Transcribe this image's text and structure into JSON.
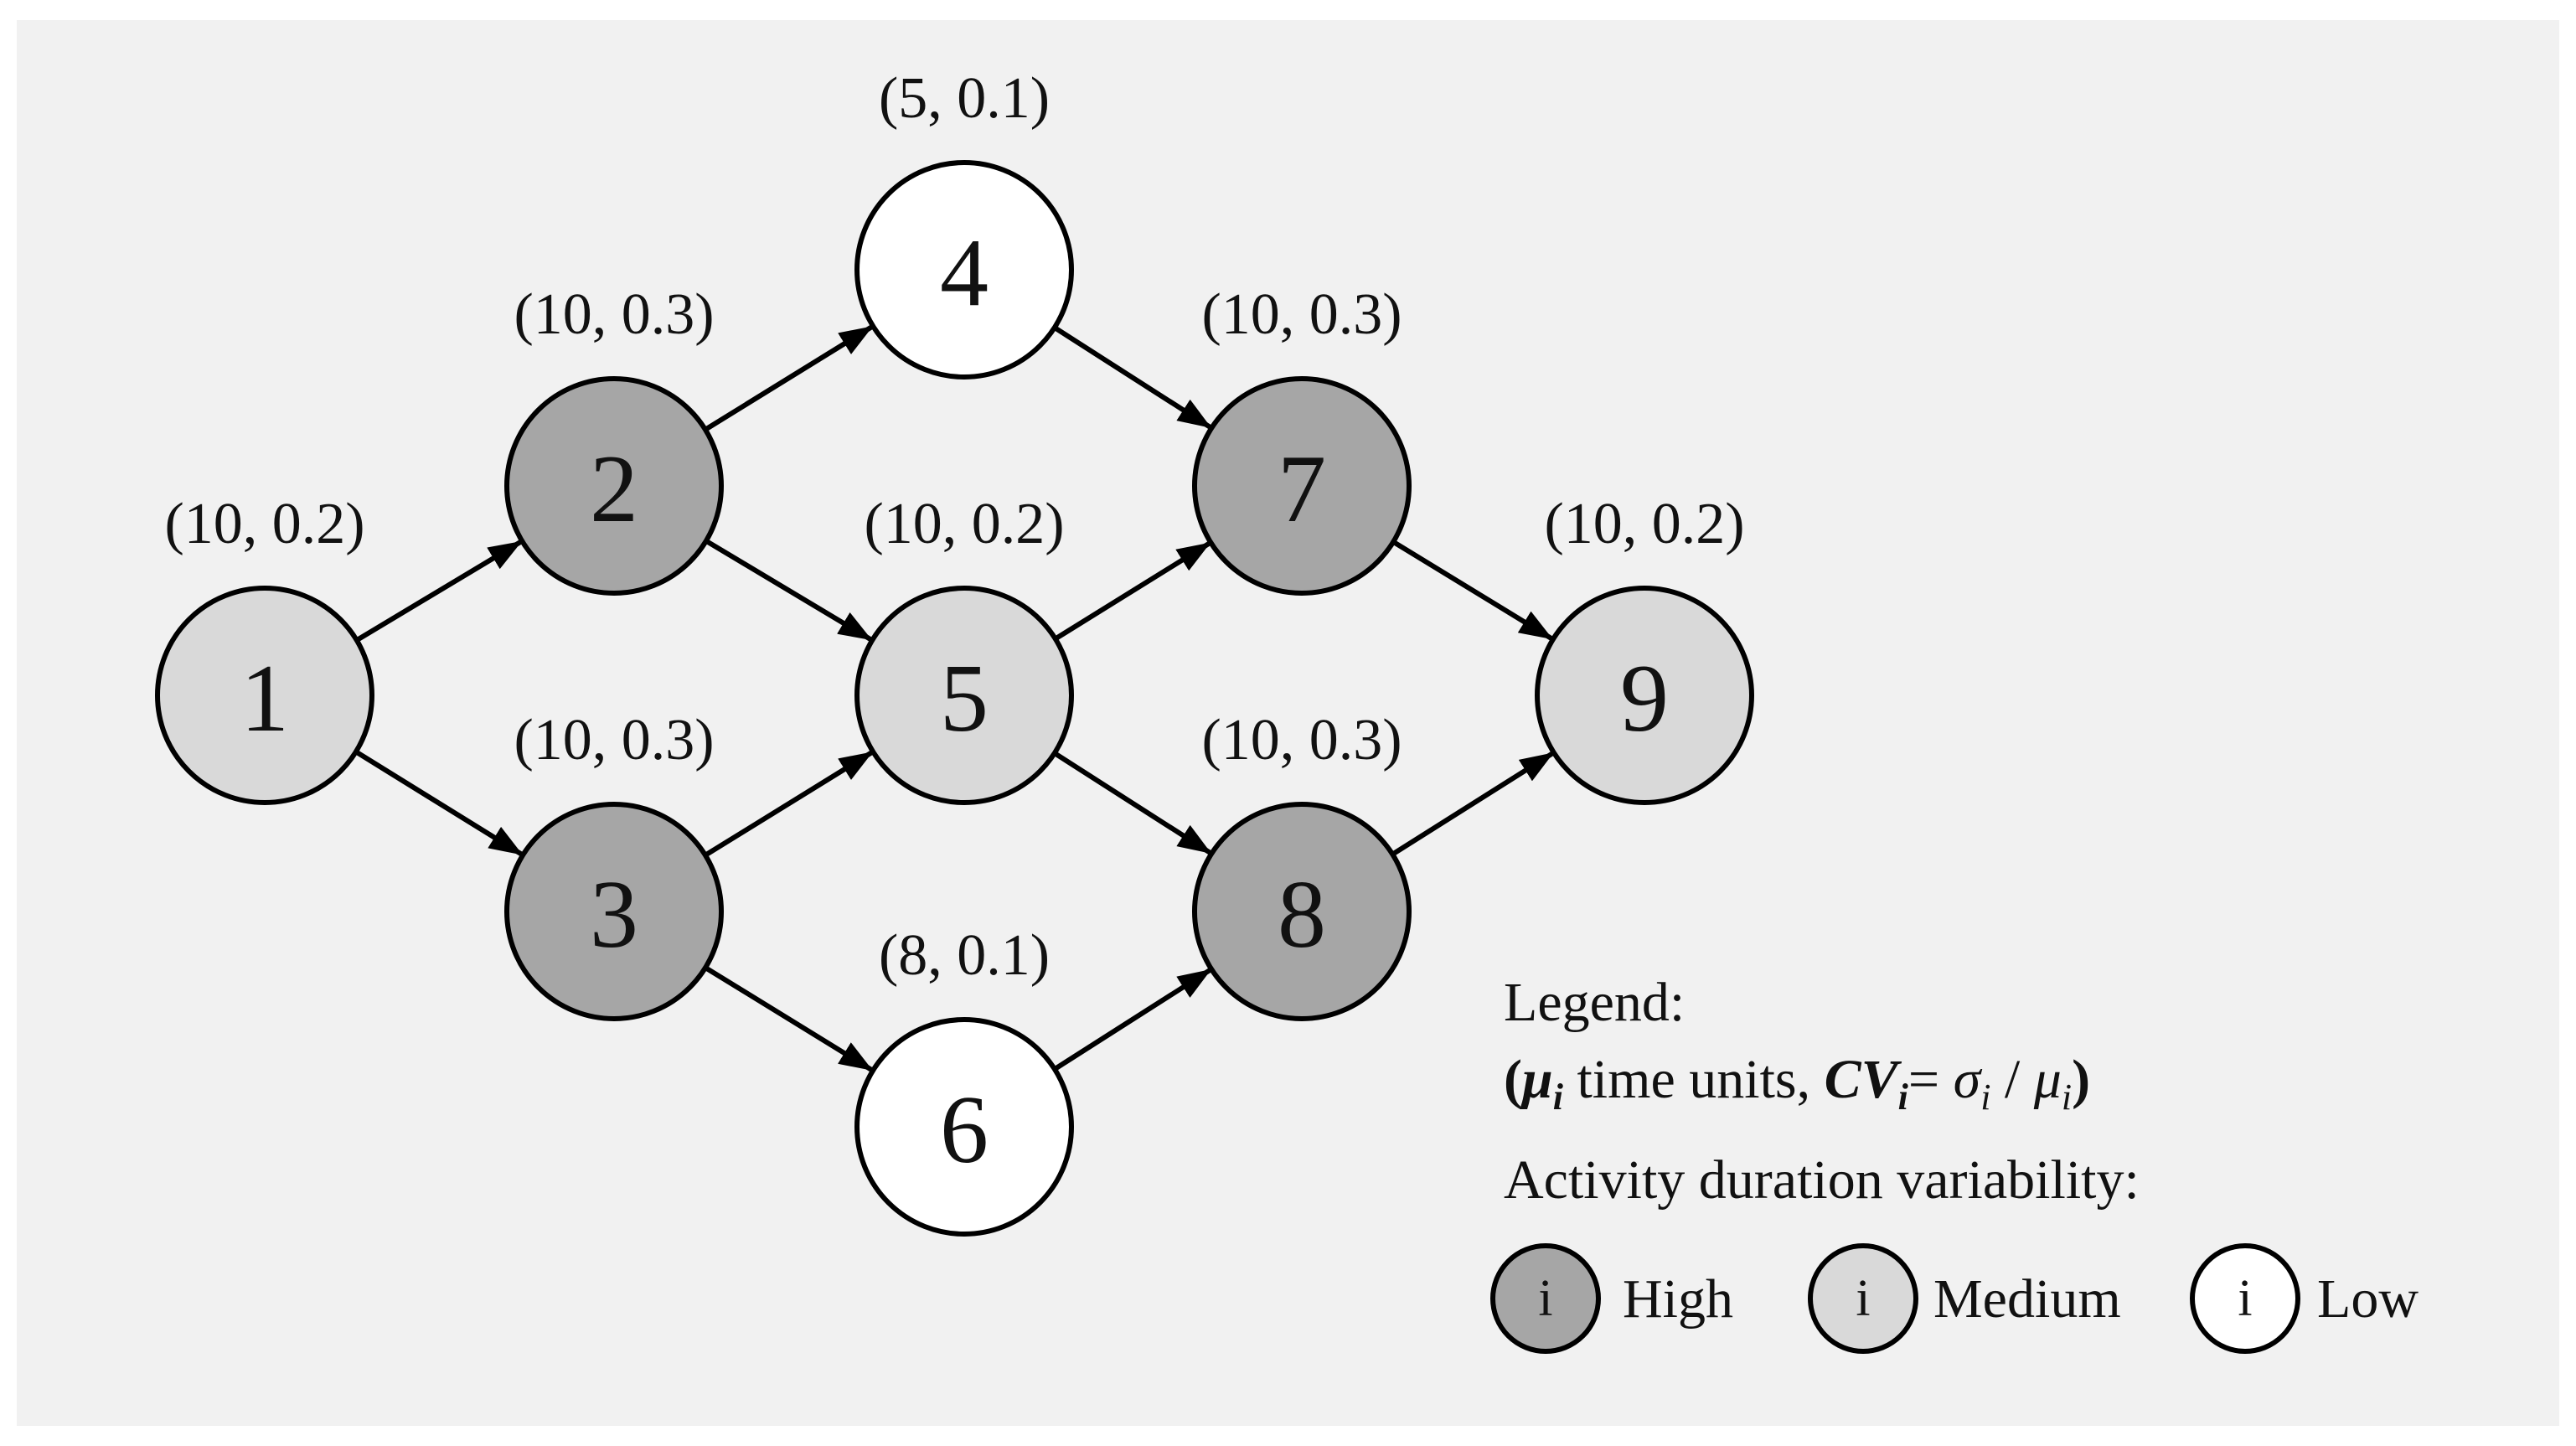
{
  "colors": {
    "background_panel": "#f1f1f1",
    "high": "#a6a6a6",
    "medium": "#d9d9d9",
    "low": "#ffffff",
    "stroke": "#000000"
  },
  "nodes": [
    {
      "id": "1",
      "label": "1",
      "params": "(10, 0.2)",
      "variability": "medium"
    },
    {
      "id": "2",
      "label": "2",
      "params": "(10, 0.3)",
      "variability": "high"
    },
    {
      "id": "3",
      "label": "3",
      "params": "(10, 0.3)",
      "variability": "high"
    },
    {
      "id": "4",
      "label": "4",
      "params": "(5, 0.1)",
      "variability": "low"
    },
    {
      "id": "5",
      "label": "5",
      "params": "(10, 0.2)",
      "variability": "medium"
    },
    {
      "id": "6",
      "label": "6",
      "params": "(8, 0.1)",
      "variability": "low"
    },
    {
      "id": "7",
      "label": "7",
      "params": "(10, 0.3)",
      "variability": "high"
    },
    {
      "id": "8",
      "label": "8",
      "params": "(10, 0.3)",
      "variability": "high"
    },
    {
      "id": "9",
      "label": "9",
      "params": "(10, 0.2)",
      "variability": "medium"
    }
  ],
  "edges": [
    {
      "from": "1",
      "to": "2"
    },
    {
      "from": "1",
      "to": "3"
    },
    {
      "from": "2",
      "to": "4"
    },
    {
      "from": "2",
      "to": "5"
    },
    {
      "from": "3",
      "to": "5"
    },
    {
      "from": "3",
      "to": "6"
    },
    {
      "from": "4",
      "to": "7"
    },
    {
      "from": "5",
      "to": "7"
    },
    {
      "from": "5",
      "to": "8"
    },
    {
      "from": "6",
      "to": "8"
    },
    {
      "from": "7",
      "to": "9"
    },
    {
      "from": "8",
      "to": "9"
    }
  ],
  "legend": {
    "title": "Legend:",
    "formula": {
      "open": "(",
      "mu": "μ",
      "mu_sub": "i",
      "time_units": " time units, ",
      "cv": "CV",
      "cv_sub": "i",
      "eq": "= ",
      "sigma": "σ",
      "sigma_sub": "i",
      "slash": " / ",
      "mu2": "μ",
      "mu2_sub": "i",
      "close": ")"
    },
    "variability_heading": "Activity duration variability:",
    "items": [
      {
        "symbol": "i",
        "label": "High",
        "variability": "high"
      },
      {
        "symbol": "i",
        "label": "Medium",
        "variability": "medium"
      },
      {
        "symbol": "i",
        "label": "Low",
        "variability": "low"
      }
    ]
  }
}
